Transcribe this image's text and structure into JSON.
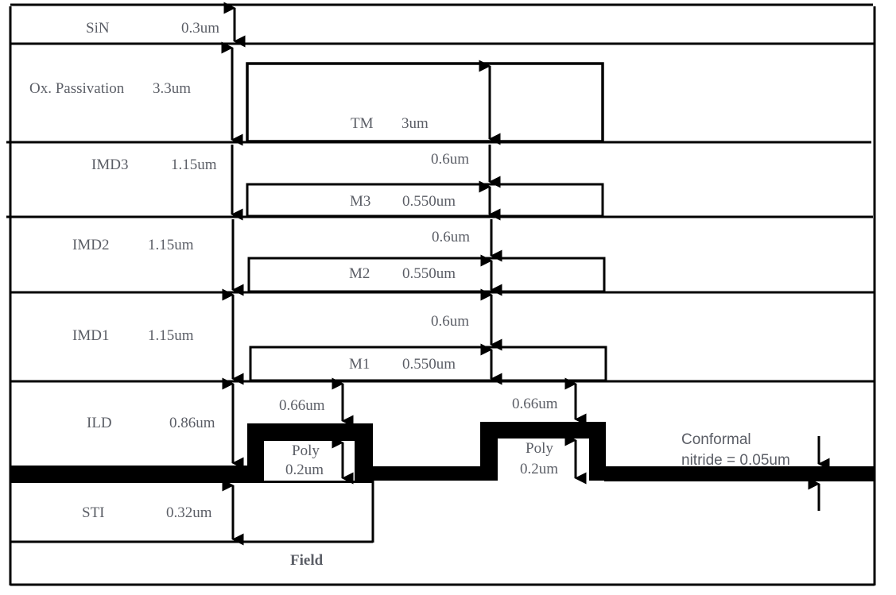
{
  "title": "Interconnect stack cross-section",
  "layers": {
    "sin": {
      "name": "SiN",
      "thickness": "0.3um"
    },
    "passivation": {
      "name": "Ox. Passivation",
      "thickness": "3.3um"
    },
    "imd3": {
      "name": "IMD3",
      "thickness": "1.15um"
    },
    "imd2": {
      "name": "IMD2",
      "thickness": "1.15um"
    },
    "imd1": {
      "name": "IMD1",
      "thickness": "1.15um"
    },
    "ild": {
      "name": "ILD",
      "thickness": "0.86um"
    },
    "sti": {
      "name": "STI",
      "thickness": "0.32um"
    },
    "field": {
      "name": "Field"
    }
  },
  "metals": {
    "tm": {
      "name": "TM",
      "thickness": "3um"
    },
    "m3": {
      "name": "M3",
      "thickness": "0.550um",
      "gap": "0.6um"
    },
    "m2": {
      "name": "M2",
      "thickness": "0.550um",
      "gap": "0.6um"
    },
    "m1": {
      "name": "M1",
      "thickness": "0.550um",
      "gap": "0.6um"
    }
  },
  "poly": [
    {
      "name": "Poly",
      "thickness": "0.2um",
      "gap": "0.66um"
    },
    {
      "name": "Poly",
      "thickness": "0.2um",
      "gap": "0.66um"
    }
  ],
  "nitride": {
    "line1": "Conformal",
    "line2": "nitride = 0.05um"
  }
}
